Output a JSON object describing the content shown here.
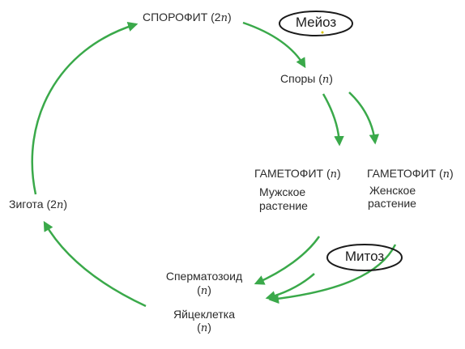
{
  "nodes": {
    "sporophyte": {
      "text": "СПОРОФИТ (2",
      "ploidy": "n",
      "close": ")"
    },
    "spores": {
      "text": "Споры (",
      "ploidy": "n",
      "close": ")"
    },
    "gametophyte_male": {
      "text": "ГАМЕТОФИТ (",
      "ploidy": "n",
      "close": ")",
      "line1": "Мужское",
      "line2": "растение"
    },
    "gametophyte_female": {
      "text": "ГАМЕТОФИТ (",
      "ploidy": "n",
      "close": ")",
      "line1": "Женское",
      "line2": "растение"
    },
    "sperm": {
      "text": "Сперматозоид",
      "ploidy_line": "(",
      "ploidy": "n",
      "close": ")"
    },
    "egg": {
      "text": "Яйцеклетка",
      "ploidy_line": "(",
      "ploidy": "n",
      "close": ")"
    },
    "zygote": {
      "text": "Зигота (2",
      "ploidy": "n",
      "close": ")"
    }
  },
  "processes": {
    "meiosis": "Мейоз",
    "mitosis": "Митоз"
  },
  "colors": {
    "arrow": "#3aa94a",
    "text": "#2b2b2b",
    "oval_stroke": "#1a1a1a"
  }
}
